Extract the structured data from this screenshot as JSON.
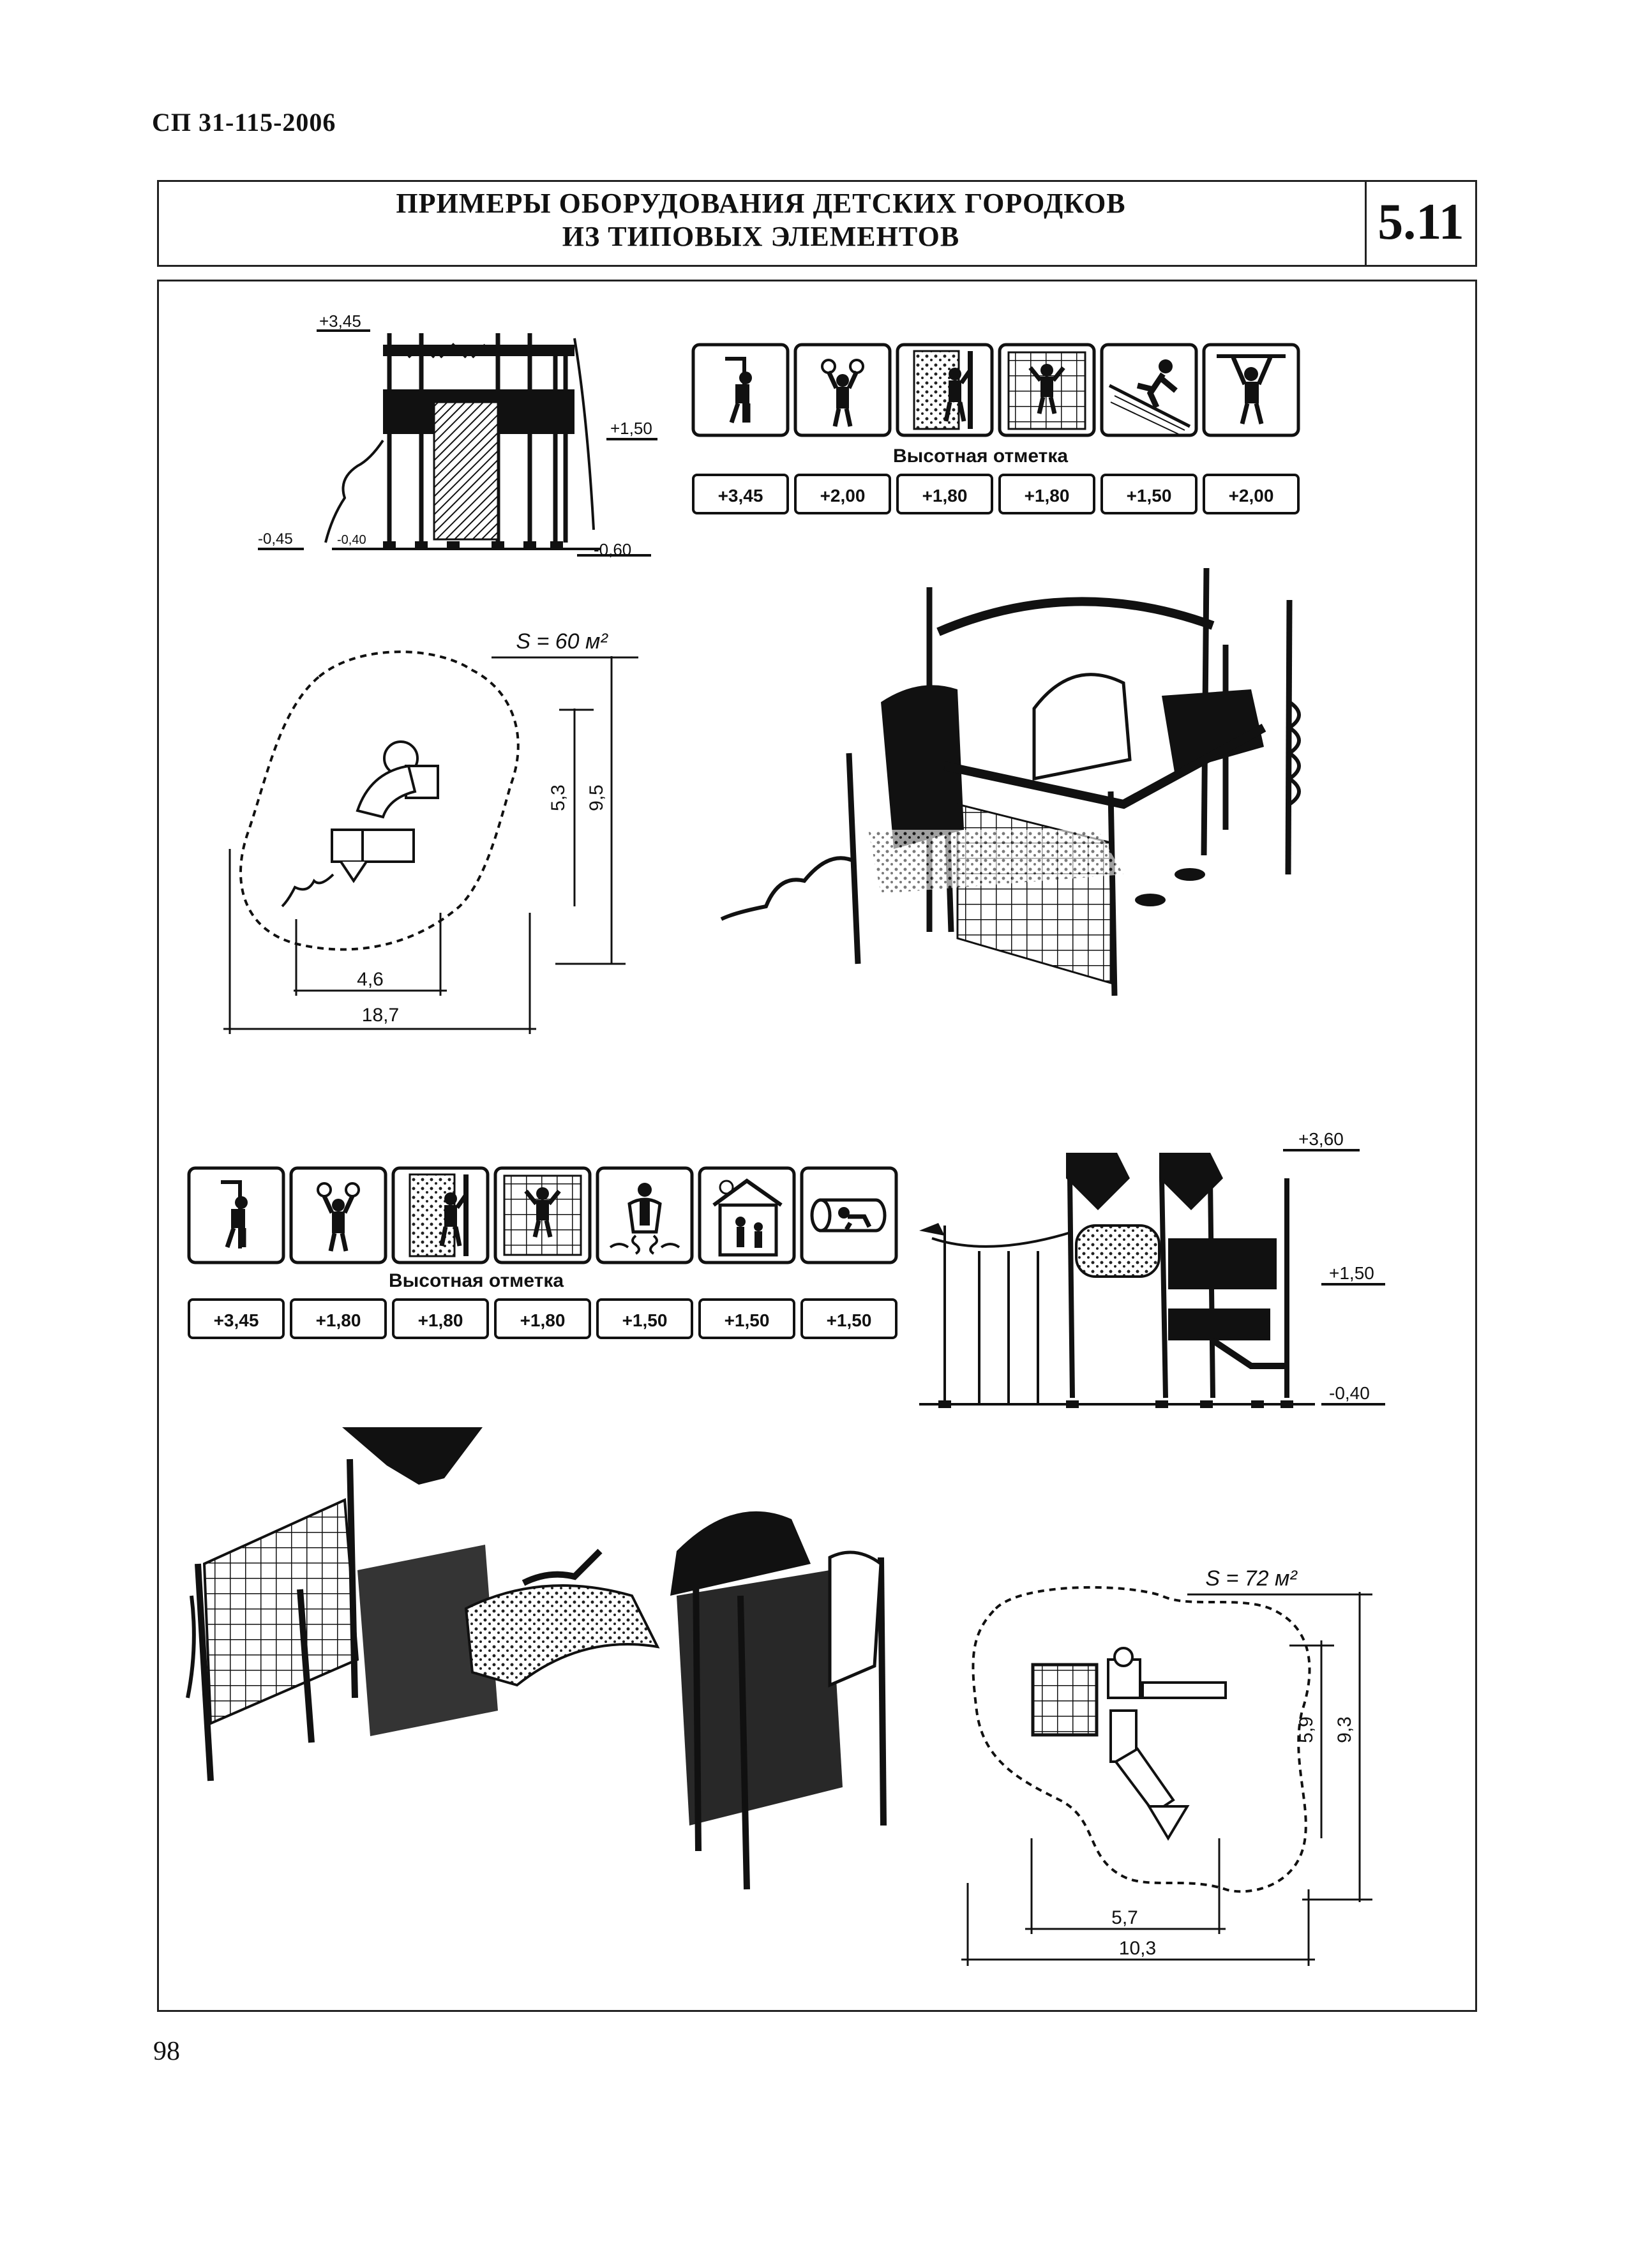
{
  "header": {
    "doc_code": "СП 31-115-2006",
    "title_line1": "ПРИМЕРЫ ОБОРУДОВАНИЯ ДЕТСКИХ ГОРОДКОВ",
    "title_line2": "ИЗ ТИПОВЫХ ЭЛЕМЕНТОВ",
    "sheet_number": "5.11"
  },
  "example1": {
    "elevation": {
      "top": "+3,45",
      "mid": "+1,50",
      "left_low": "-0,45",
      "left_low2": "-0,40",
      "right_low": "-0,60"
    },
    "icons": [
      "pole-climb-icon",
      "rings-icon",
      "climbing-wall-icon",
      "net-climb-icon",
      "slope-climb-icon",
      "horizontal-bar-icon"
    ],
    "height_caption": "Высотная отметка",
    "heights": [
      "+3,45",
      "+2,00",
      "+1,80",
      "+1,80",
      "+1,50",
      "+2,00"
    ],
    "plan": {
      "area": "S = 60 м²",
      "dim_inner_h": "5,3",
      "dim_outer_h": "9,5",
      "dim_inner_w": "4,6",
      "dim_outer_w": "18,7"
    }
  },
  "example2": {
    "icons": [
      "pole-climb-icon",
      "rings-icon",
      "climbing-wall-icon",
      "net-climb-icon",
      "spring-rider-icon",
      "playhouse-icon",
      "tunnel-crawl-icon"
    ],
    "height_caption": "Высотная отметка",
    "heights": [
      "+3,45",
      "+1,80",
      "+1,80",
      "+1,80",
      "+1,50",
      "+1,50",
      "+1,50"
    ],
    "elevation": {
      "top": "+3,60",
      "mid": "+1,50",
      "low": "-0,40"
    },
    "plan": {
      "area": "S = 72 м²",
      "dim_inner_h": "5,9",
      "dim_outer_h": "9,3",
      "dim_inner_w": "5,7",
      "dim_outer_w": "10,3"
    }
  },
  "footer": {
    "page_number": "98"
  }
}
